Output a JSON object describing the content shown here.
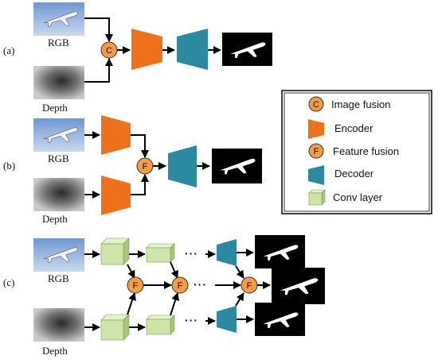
{
  "diagram": {
    "panel_labels": [
      "(a)",
      "(b)",
      "(c)"
    ],
    "input_labels": {
      "rgb": "RGB",
      "depth": "Depth"
    },
    "symbols": {
      "image_fusion": "C",
      "feature_fusion": "F"
    },
    "ellipsis": "···",
    "colors": {
      "encoder": "#f0711c",
      "decoder": "#2c8aa0",
      "fusion_node": "#f59a45",
      "conv_front": "#cfe4a8",
      "conv_top": "#e6f1cf",
      "conv_side": "#a9c77a"
    }
  },
  "legend": {
    "items": [
      {
        "icon": "image-fusion-icon",
        "label": "Image fusion"
      },
      {
        "icon": "encoder-icon",
        "label": "Encoder"
      },
      {
        "icon": "feature-fusion-icon",
        "label": "Feature fusion"
      },
      {
        "icon": "decoder-icon",
        "label": "Decoder"
      },
      {
        "icon": "conv-layer-icon",
        "label": "Conv layer"
      }
    ]
  }
}
